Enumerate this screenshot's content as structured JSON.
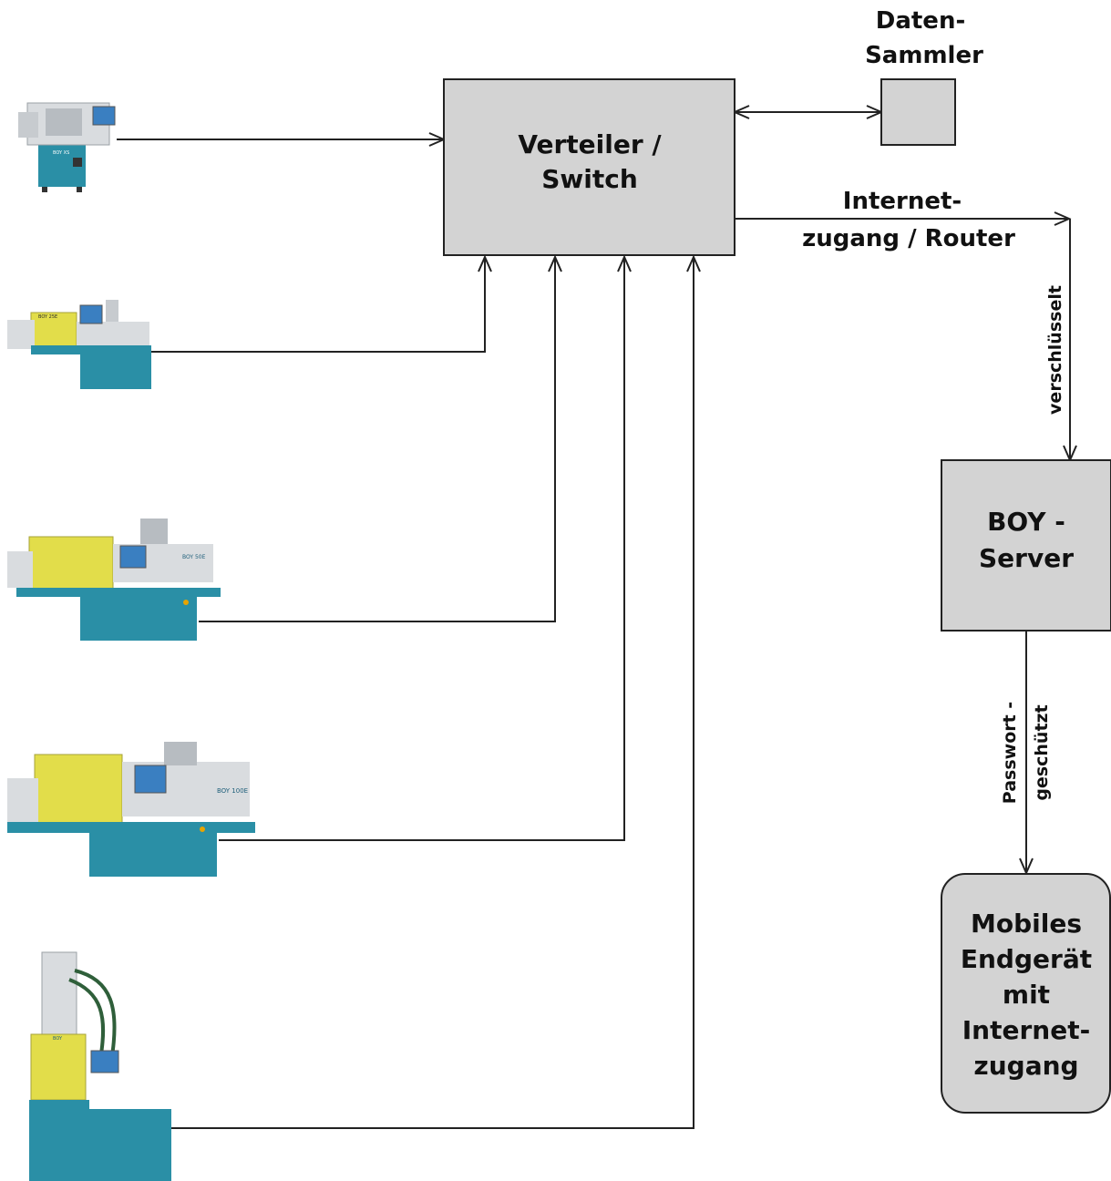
{
  "colors": {
    "box_fill": "#d3d3d3",
    "line": "#222222",
    "machine_teal": "#2a8fa6",
    "machine_yellow": "#e2dd4a",
    "machine_grey": "#d9dcdf",
    "machine_screen": "#3a7fc1"
  },
  "nodes": {
    "switch": {
      "line1": "Verteiler /",
      "line2": "Switch"
    },
    "collector": {
      "line1": "Daten-",
      "line2": "Sammler"
    },
    "internet": {
      "line1": "Internet-",
      "line2": "zugang / Router"
    },
    "server": {
      "line1": "BOY -",
      "line2": "Server"
    },
    "mobile": {
      "line1": "Mobiles",
      "line2": "Endgerät",
      "line3": "mit",
      "line4": "Internet-",
      "line5": "zugang"
    }
  },
  "edges": {
    "encrypted": "verschlüsselt",
    "password_1": "Passwort -",
    "password_2": "geschützt"
  },
  "machines": [
    {
      "icon": "injection-molding-machine-icon",
      "text": "BOY XS"
    },
    {
      "icon": "injection-molding-machine-icon",
      "text": "BOY 25E"
    },
    {
      "icon": "injection-molding-machine-icon",
      "text": "BOY 50E"
    },
    {
      "icon": "injection-molding-machine-icon",
      "text": "BOY 100E"
    },
    {
      "icon": "vertical-injection-molding-machine-icon",
      "text": "BOY"
    }
  ]
}
